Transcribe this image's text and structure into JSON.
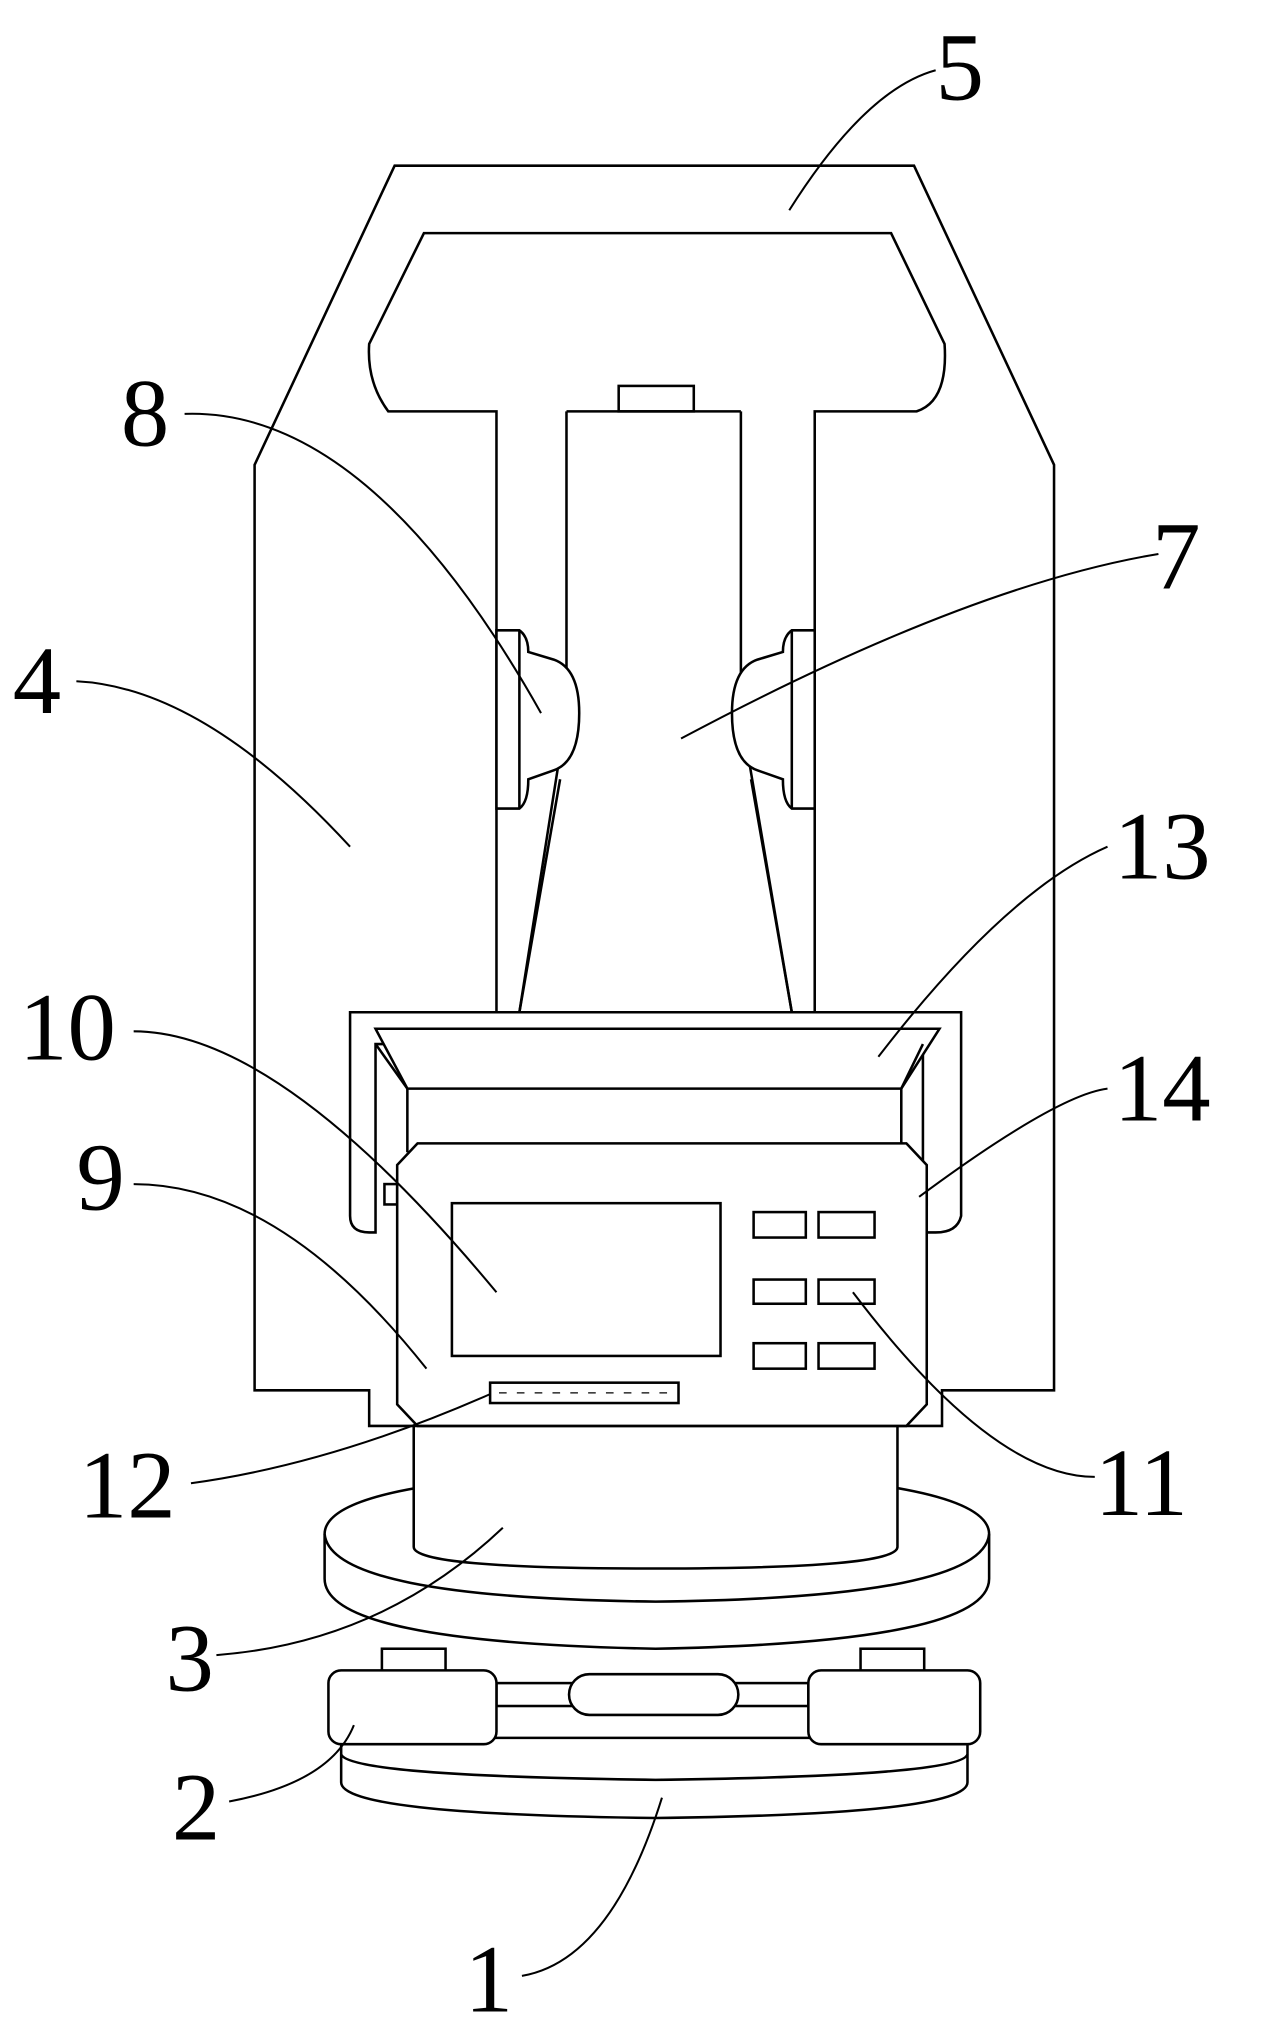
{
  "figure": {
    "labels": [
      {
        "id": "1",
        "text": "1"
      },
      {
        "id": "2",
        "text": "2"
      },
      {
        "id": "3",
        "text": "3"
      },
      {
        "id": "4",
        "text": "4"
      },
      {
        "id": "5",
        "text": "5"
      },
      {
        "id": "7",
        "text": "7"
      },
      {
        "id": "8",
        "text": "8"
      },
      {
        "id": "9",
        "text": "9"
      },
      {
        "id": "10",
        "text": "10"
      },
      {
        "id": "11",
        "text": "11"
      },
      {
        "id": "12",
        "text": "12"
      },
      {
        "id": "13",
        "text": "13"
      },
      {
        "id": "14",
        "text": "14"
      }
    ],
    "colors": {
      "line": "#000000",
      "background": "#ffffff"
    }
  }
}
